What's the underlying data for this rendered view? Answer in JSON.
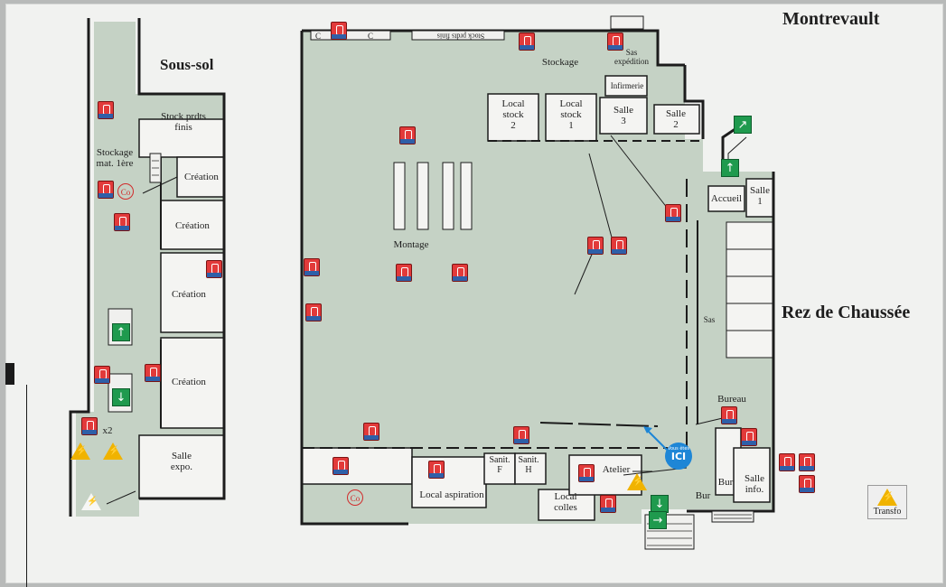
{
  "titles": {
    "site": "Montrevault",
    "basement": "Sous-sol",
    "ground_floor": "Rez de Chaussée"
  },
  "basement_rooms": {
    "stock_finished": "Stock prdts\nfinis",
    "raw_storage": "Stockage\nmat. 1ère",
    "creation_1": "Création",
    "creation_2": "Création",
    "creation_3": "Création",
    "creation_4": "Création",
    "exhibition_room": "Salle\nexpo.",
    "count": "x2"
  },
  "ground_rooms": {
    "c_left": "C",
    "c_right": "C",
    "stock_finished_inverted": "Stock prdts finis",
    "storage": "Stockage",
    "dispatch_airlock": "Sas\nexpédition",
    "infirmary": "Infirmerie",
    "local_stock_2": "Local\nstock\n2",
    "local_stock_1": "Local\nstock\n1",
    "room_3": "Salle\n3",
    "room_2": "Salle\n2",
    "reception": "Accueil",
    "room_1": "Salle\n1",
    "assembly": "Montage",
    "airlock": "Sas",
    "office": "Bureau",
    "sanit_f": "Sanit.\nF",
    "sanit_h": "Sanit.\nH",
    "workshop": "Atelier",
    "local_aspiration": "Local aspiration",
    "local_colles": "Local\ncolles",
    "bur_1": "Bur",
    "bur_2": "Bur",
    "room_info": "Salle\ninfo.",
    "transformer": "Transfo",
    "co": "Co"
  },
  "you_are_here": {
    "small": "Vous êtes",
    "big": "ICI"
  },
  "colors": {
    "floor": "#c5d2c5",
    "wall": "#1c1c1c",
    "extinguisher": "#e23a3a",
    "exit": "#1f9a4e",
    "marker": "#1e86d6",
    "warning": "#f0b300"
  },
  "icons": [
    "fire-extinguisher-icon",
    "emergency-exit-icon",
    "electrical-hazard-icon",
    "co-detector-icon",
    "you-are-here-marker"
  ]
}
